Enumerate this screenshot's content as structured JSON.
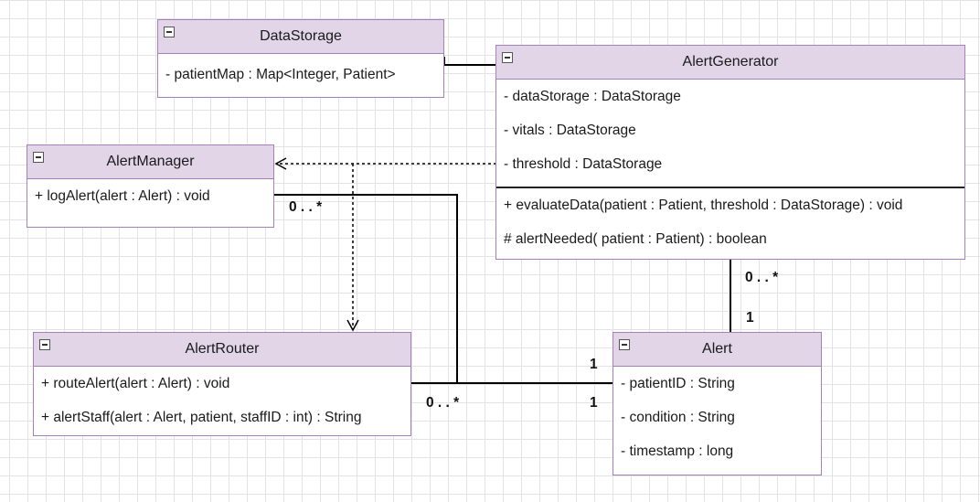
{
  "classes": {
    "data_storage": {
      "name": "DataStorage",
      "attributes": [
        "- patientMap : Map<Integer, Patient>"
      ]
    },
    "alert_generator": {
      "name": "AlertGenerator",
      "attributes": [
        "- dataStorage : DataStorage",
        "- vitals : DataStorage",
        "- threshold : DataStorage"
      ],
      "operations": [
        "+ evaluateData(patient : Patient, threshold : DataStorage) : void",
        "# alertNeeded( patient : Patient) : boolean"
      ]
    },
    "alert_manager": {
      "name": "AlertManager",
      "operations": [
        "+ logAlert(alert : Alert) : void"
      ]
    },
    "alert_router": {
      "name": "AlertRouter",
      "operations": [
        "+ routeAlert(alert : Alert) : void",
        "+ alertStaff(alert : Alert, patient, staffID : int) : String"
      ]
    },
    "alert": {
      "name": "Alert",
      "attributes": [
        "- patientID : String",
        "- condition : String",
        "- timestamp : long"
      ]
    }
  },
  "multiplicities": {
    "manager_side": "0 . . *",
    "generator_side": "0 . . *",
    "alert_top": "1",
    "alert_left_upper": "1",
    "alert_left_lower": "1",
    "router_side": "0 . . *"
  },
  "colors": {
    "header_fill": "#e1d5e7",
    "border": "#a680b8",
    "line": "#000000"
  }
}
